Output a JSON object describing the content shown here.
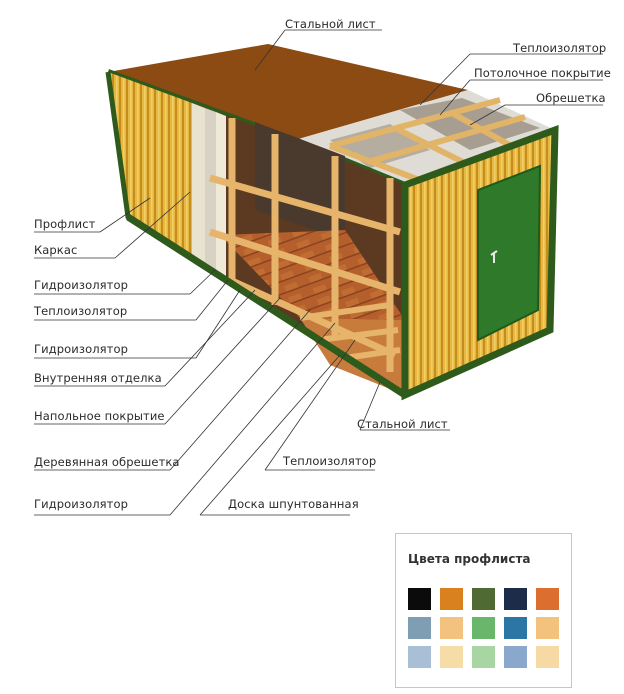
{
  "labels": {
    "steel_sheet_top": "Стальной лист",
    "insulation_top": "Теплоизолятор",
    "ceiling_cover": "Потолочное покрытие",
    "lathing_top": "Обрешетка",
    "profile": "Профлист",
    "frame": "Каркас",
    "waterproof_1": "Гидроизолятор",
    "insulation_left": "Теплоизолятор",
    "waterproof_2": "Гидроизолятор",
    "interior_finish": "Внутренняя отделка",
    "floor_cover": "Напольное покрытие",
    "wood_lathing": "Деревянная обрешетка",
    "waterproof_3": "Гидроизолятор",
    "steel_sheet_bottom": "Стальной лист",
    "insulation_bottom": "Теплоизолятор",
    "tongue_board": "Доска шпунтованная"
  },
  "palette": {
    "title": "Цвета профлиста",
    "rows": [
      [
        "#0b0b0b",
        "#d9801f",
        "#4f6a33",
        "#1d2c48",
        "#dc6f30"
      ],
      [
        "#7f9eb4",
        "#f2c27e",
        "#6ab66a",
        "#2c76a6",
        "#f3c37e"
      ],
      [
        "#a9bfd6",
        "#f6dca6",
        "#a8d6a2",
        "#8aa8cc",
        "#f6d9a3"
      ]
    ]
  }
}
